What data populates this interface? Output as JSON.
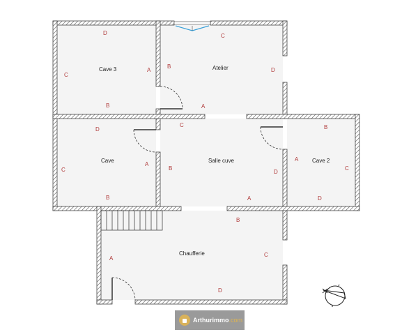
{
  "rooms": {
    "cave3": {
      "name": "Cave 3",
      "walls": {
        "a": "A",
        "b": "B",
        "c": "C",
        "d": "D"
      }
    },
    "atelier": {
      "name": "Atelier",
      "walls": {
        "a": "A",
        "b": "B",
        "c": "C",
        "d": "D"
      }
    },
    "cave": {
      "name": "Cave",
      "walls": {
        "a": "A",
        "b": "B",
        "c": "C",
        "d": "D"
      }
    },
    "salle_cuve": {
      "name": "Salle cuve",
      "walls": {
        "a": "A",
        "b": "B",
        "c": "C",
        "d": "D"
      }
    },
    "cave2": {
      "name": "Cave 2",
      "walls": {
        "a": "A",
        "b": "B",
        "c": "C",
        "d": "D"
      }
    },
    "chaufferie": {
      "name": "Chaufferie",
      "walls": {
        "a": "A",
        "b": "B",
        "c": "C",
        "d": "D"
      }
    }
  },
  "logo": {
    "brand": "Arthurimmo",
    "tld": ".com"
  },
  "colors": {
    "wall_label": "#b03a3a",
    "window": "#3aa0d8",
    "floor": "#f4f4f4",
    "wall": "#444444"
  }
}
